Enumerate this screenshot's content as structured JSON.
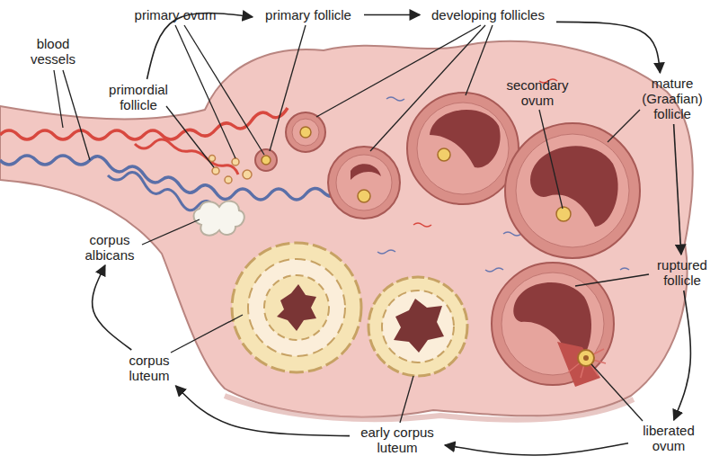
{
  "diagram": {
    "nodes": [
      {
        "text": [
          "primordial follicle"
        ]
      },
      {
        "text": [
          "primary follicle"
        ]
      },
      {
        "text": [
          "developing follicles"
        ]
      },
      {
        "text": [
          "mature (Graafian) follicle"
        ]
      },
      {
        "text": [
          "ruptured follicle"
        ]
      },
      {
        "text": [
          "liberated ovum"
        ]
      },
      {
        "text": [
          "early corpus luteum"
        ]
      },
      {
        "text": [
          "corpus luteum"
        ]
      },
      {
        "text": [
          "corpus albicans"
        ]
      }
    ],
    "edges": [
      {
        "from": 0,
        "to": 1,
        "arrow": "to"
      },
      {
        "from": 1,
        "to": 2,
        "arrow": "to"
      },
      {
        "from": 2,
        "to": 3,
        "arrow": "to"
      },
      {
        "from": 3,
        "to": 4,
        "arrow": "to"
      },
      {
        "from": 4,
        "to": 5,
        "arrow": "to"
      },
      {
        "from": 5,
        "to": 6,
        "arrow": "to"
      },
      {
        "from": 6,
        "to": 7,
        "arrow": "to"
      },
      {
        "from": 7,
        "to": 8,
        "arrow": "to"
      }
    ],
    "labels": [
      "primary ovum",
      "blood vessels",
      "secondary ovum"
    ]
  }
}
